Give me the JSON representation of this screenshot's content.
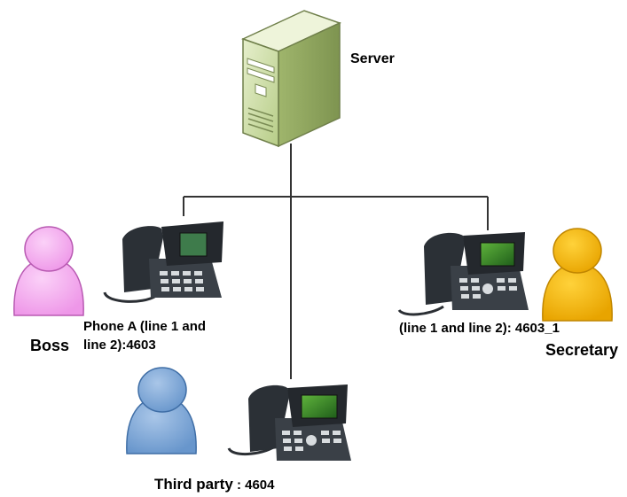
{
  "server": {
    "label": "Server",
    "icon": "server-tower-icon"
  },
  "phone_a": {
    "label_line1": "Phone A (line 1 and",
    "label_line2": "line 2):4603",
    "icon": "desk-phone-icon"
  },
  "boss": {
    "label": "Boss",
    "icon": "person-icon",
    "color": "#f2a6ee"
  },
  "secretary_phone": {
    "label": "(line 1 and line 2): 4603_1",
    "icon": "desk-phone-icon"
  },
  "secretary": {
    "label": "Secretary",
    "icon": "person-icon",
    "color": "#f5b800"
  },
  "third_party": {
    "label": "Third party",
    "number": " : 4604",
    "icon": "person-icon",
    "color": "#7aa6d6"
  },
  "third_phone": {
    "icon": "desk-phone-icon"
  },
  "colors": {
    "connector": "#333333",
    "server_body": "#c8d9a0",
    "phone_body": "#2e3338"
  }
}
